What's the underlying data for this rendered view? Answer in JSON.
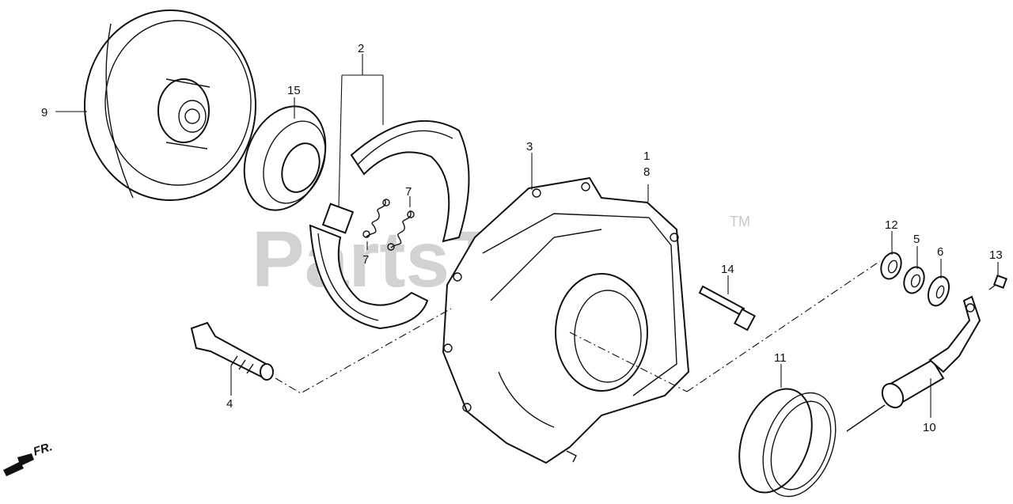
{
  "watermark": {
    "text": "PartsTree",
    "trademark": "TM"
  },
  "direction_label": "FR.",
  "callouts": {
    "c1": "1",
    "c2": "2",
    "c3": "3",
    "c4": "4",
    "c5": "5",
    "c6": "6",
    "c7a": "7",
    "c7b": "7",
    "c8": "8",
    "c9": "9",
    "c10": "10",
    "c11": "11",
    "c12": "12",
    "c13": "13",
    "c14": "14",
    "c15": "15"
  },
  "colors": {
    "line": "#111111",
    "watermark": "#d2d2d2",
    "background": "#ffffff"
  }
}
